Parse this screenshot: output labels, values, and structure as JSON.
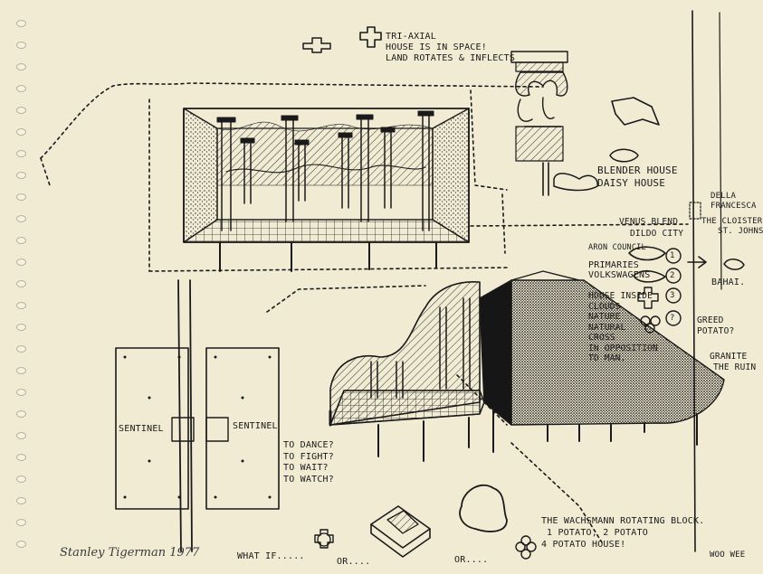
{
  "notes": {
    "triaxial": [
      "TRI-AXIAL",
      "HOUSE IS IN SPACE!",
      "LAND ROTATES & INFLECTS"
    ],
    "blender": [
      "BLENDER HOUSE",
      "DAISY HOUSE"
    ],
    "della": [
      "DELLA",
      "FRANCESCA",
      "THE CLOISTER",
      "ST. JOHNS"
    ],
    "venus": [
      "VENUS BLEND",
      "DILDO CITY"
    ],
    "aroncouncil": "ARON COUNCIL",
    "primaries": [
      "PRIMARIES",
      "VOLKSWAGENS"
    ],
    "houseinside": [
      "HOUSE INSIDE",
      "CLOUDS",
      "NATURE",
      "NATURAL",
      "CROSS",
      "IN OPPOSITION",
      "TO MAN."
    ],
    "circled": [
      "1",
      "2",
      "3",
      "?"
    ],
    "bahai": "BAHAI.",
    "greedpotato": [
      "GREED",
      "POTATO?"
    ],
    "granite": [
      "GRANITE",
      "THE RUIN"
    ],
    "sentinel_left": "SENTINEL",
    "sentinel_right": "SENTINEL",
    "todance": [
      "TO DANCE?",
      "TO FIGHT?",
      "TO WAIT?",
      "TO WATCH?"
    ],
    "wachsmann": [
      "THE WACHSMANN ROTATING BLOCK.",
      "1 POTATO, 2 POTATO",
      "4 POTATO HOUSE!"
    ],
    "whatif": "WHAT IF.....",
    "or1": "OR....",
    "or2": "OR....",
    "woowee": "WOO WEE",
    "signature": "Stanley Tigerman 1977"
  }
}
